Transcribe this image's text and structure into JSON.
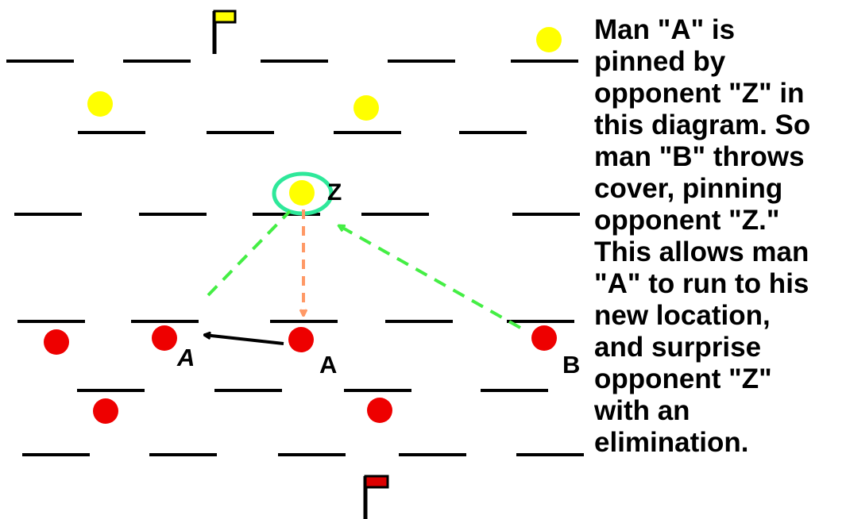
{
  "colors": {
    "background": "#ffffff",
    "bunker_line": "#000000",
    "team_yellow": "#ffff00",
    "team_red": "#ee0000",
    "flag_yellow": "#ffff00",
    "flag_red": "#dd0000",
    "pin_circle": "#2ee89a",
    "cover_fire_arrow": "#44ee44",
    "pin_fire_arrow": "#ff9966",
    "move_arrow": "#000000"
  },
  "labels": {
    "opponent_z": "Z",
    "man_a": "A",
    "man_a_new": "A",
    "man_b": "B"
  },
  "caption_lines": [
    "Man \"A\" is",
    "pinned by",
    "opponent \"Z\" in",
    "this diagram.  So",
    "man \"B\" throws",
    "cover, pinning",
    "opponent \"Z.\"",
    "This allows man",
    "\"A\" to run to his",
    "new location,",
    "and surprise",
    "opponent \"Z\"",
    "with an",
    "elimination."
  ]
}
